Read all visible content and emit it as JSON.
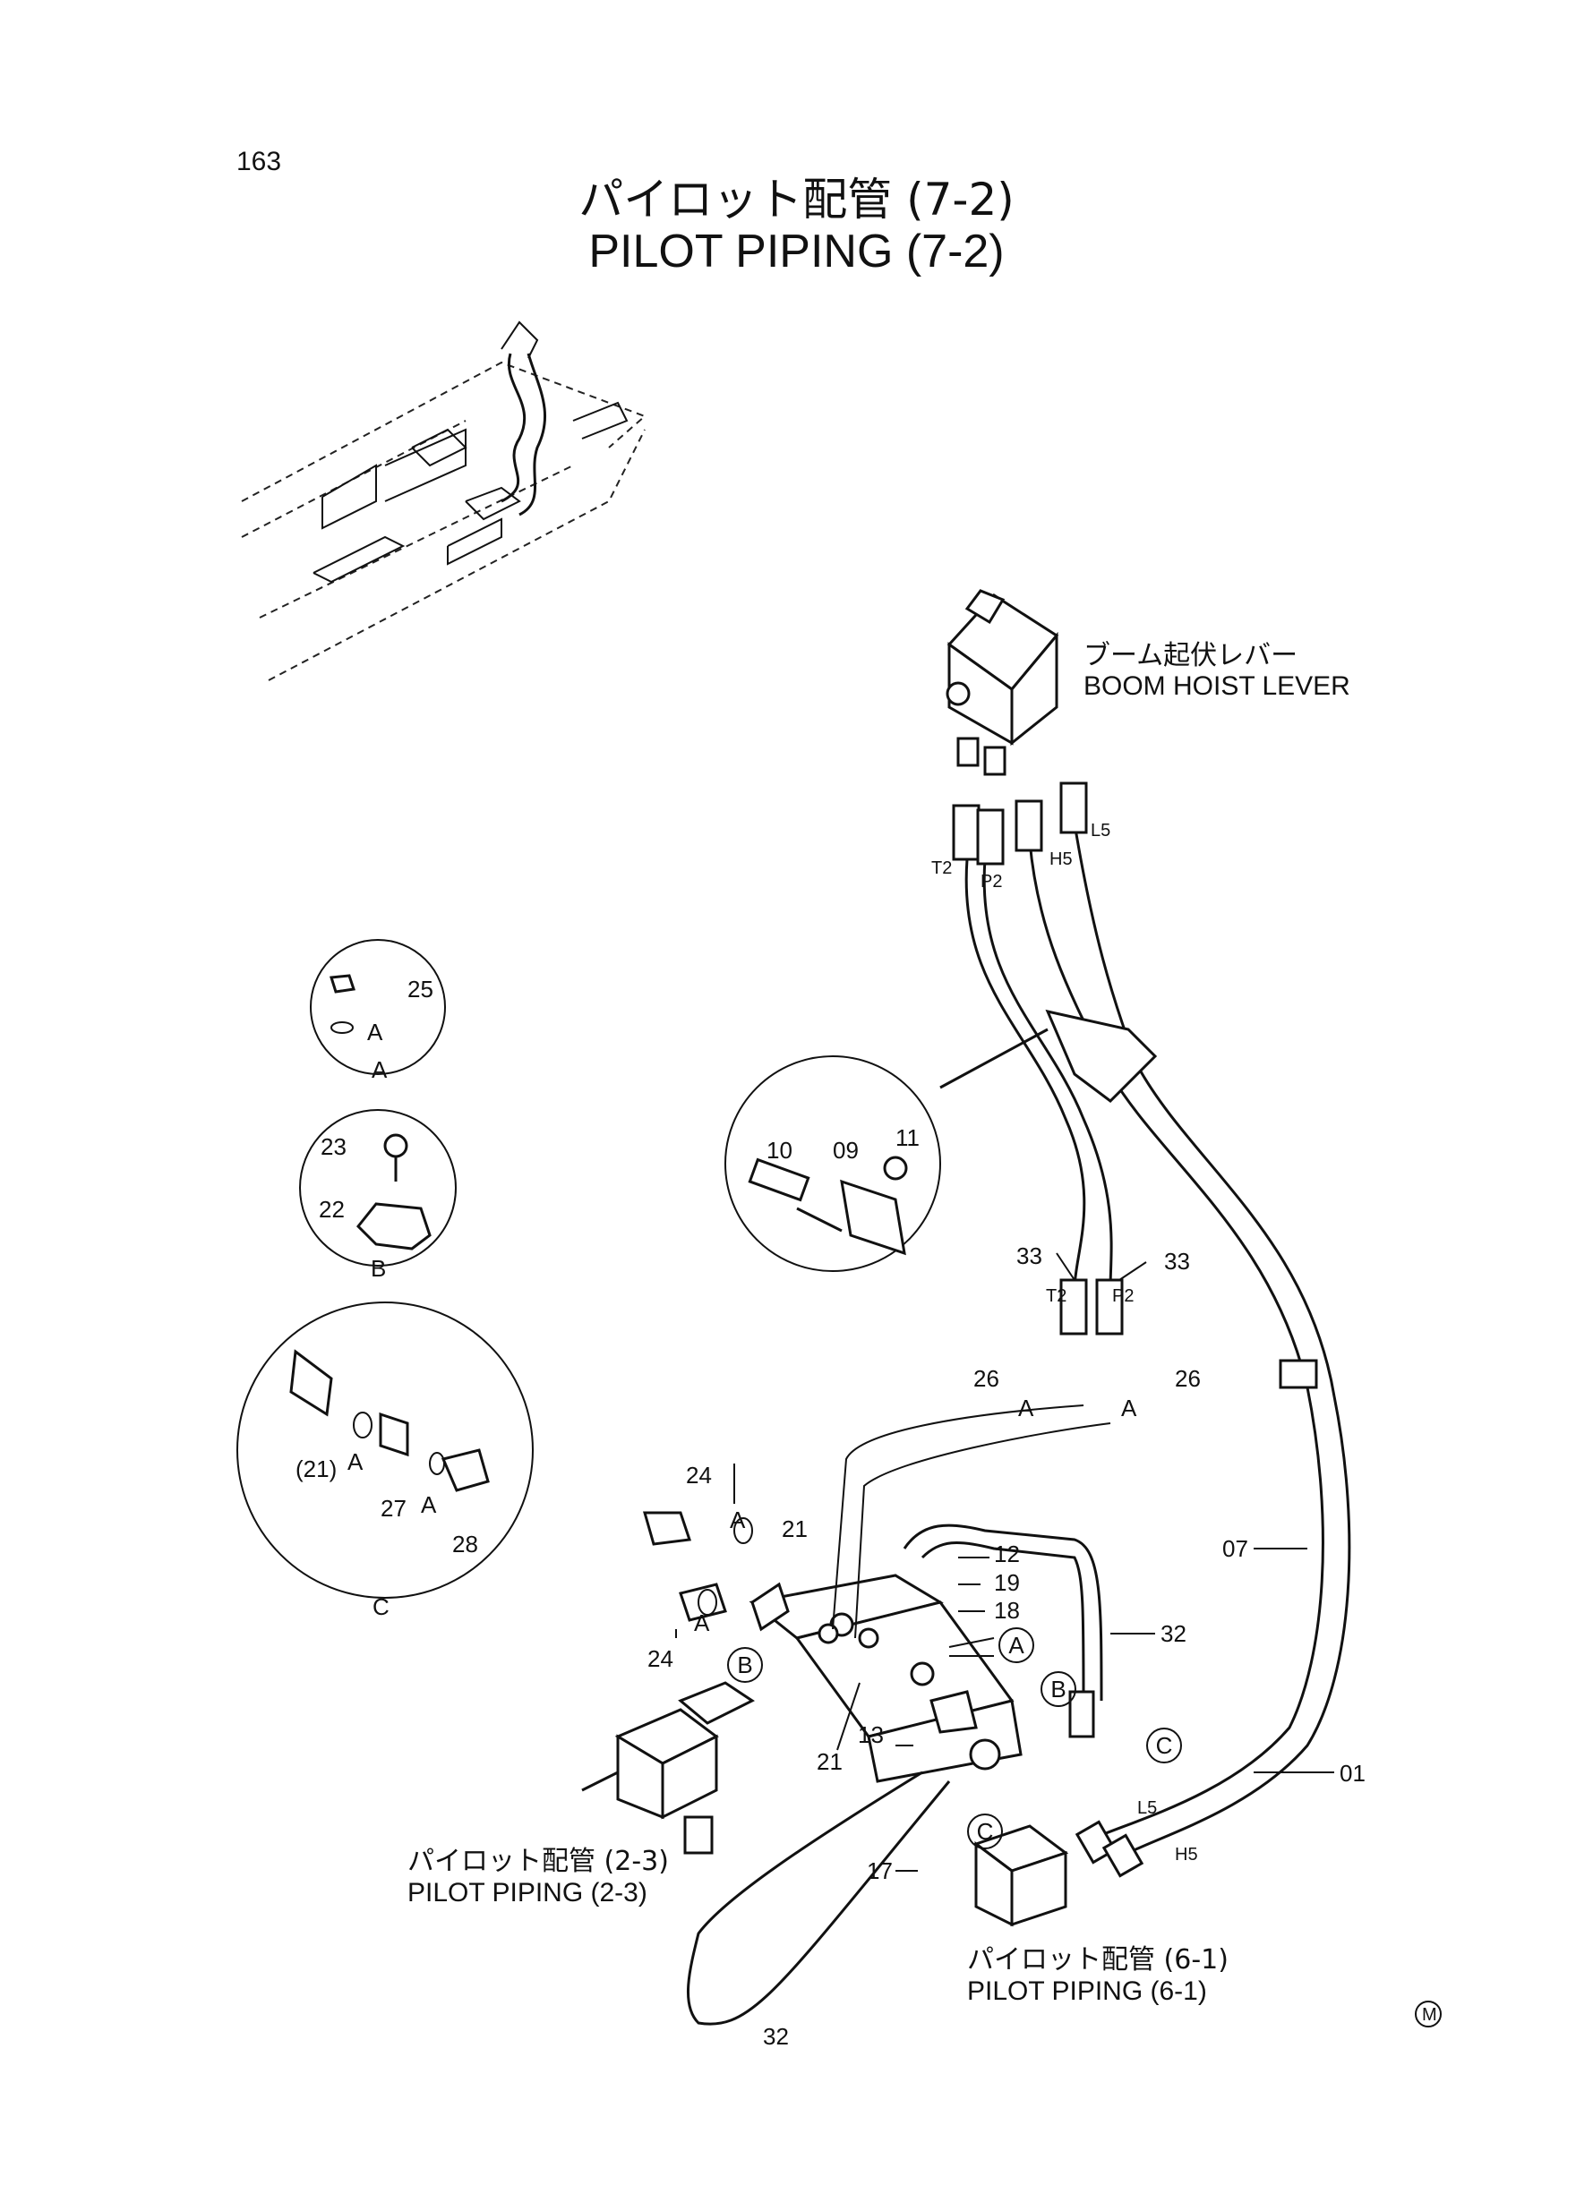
{
  "page_number": "163",
  "title": {
    "ja": "パイロット配管 (7-2)",
    "en": "PILOT PIPING (7-2)"
  },
  "boom_lever_label": {
    "ja": "ブーム起伏レバー",
    "en": "BOOM HOIST LEVER"
  },
  "ref_pilot_2_3": {
    "ja": "パイロット配管 (2-3)",
    "en": "PILOT PIPING (2-3)"
  },
  "ref_pilot_6_1": {
    "ja": "パイロット配管 (6-1)",
    "en": "PILOT PIPING (6-1)"
  },
  "detail_circles": {
    "A": {
      "label": "A",
      "parts": [
        "25",
        "A"
      ]
    },
    "B": {
      "label": "B",
      "parts": [
        "23",
        "22"
      ]
    },
    "C": {
      "label": "C",
      "parts": [
        "(21)",
        "A",
        "27",
        "A",
        "28"
      ]
    },
    "clamp": {
      "parts": [
        "10",
        "09",
        "11"
      ]
    }
  },
  "port_labels": {
    "t2": "T2",
    "p2": "P2",
    "h5": "H5",
    "l5": "L5",
    "t2b": "T2",
    "p2b": "P2",
    "l5b": "L5",
    "h5b": "H5"
  },
  "callouts": {
    "c33a": "33",
    "c33b": "33",
    "c26a": "26",
    "c26b": "26",
    "a1": "A",
    "a2": "A",
    "c24a": "24",
    "c24b": "24",
    "aa": "A",
    "ab": "A",
    "c21a": "21",
    "c21b": "21",
    "c12": "12",
    "c19": "19",
    "c18": "18",
    "c32a": "32",
    "c32b": "32",
    "c07": "07",
    "c01": "01",
    "c13": "13",
    "c17": "17",
    "bB1": "B",
    "bB2": "B",
    "bA": "A",
    "bC1": "C",
    "bC2": "C"
  },
  "mark": "M"
}
